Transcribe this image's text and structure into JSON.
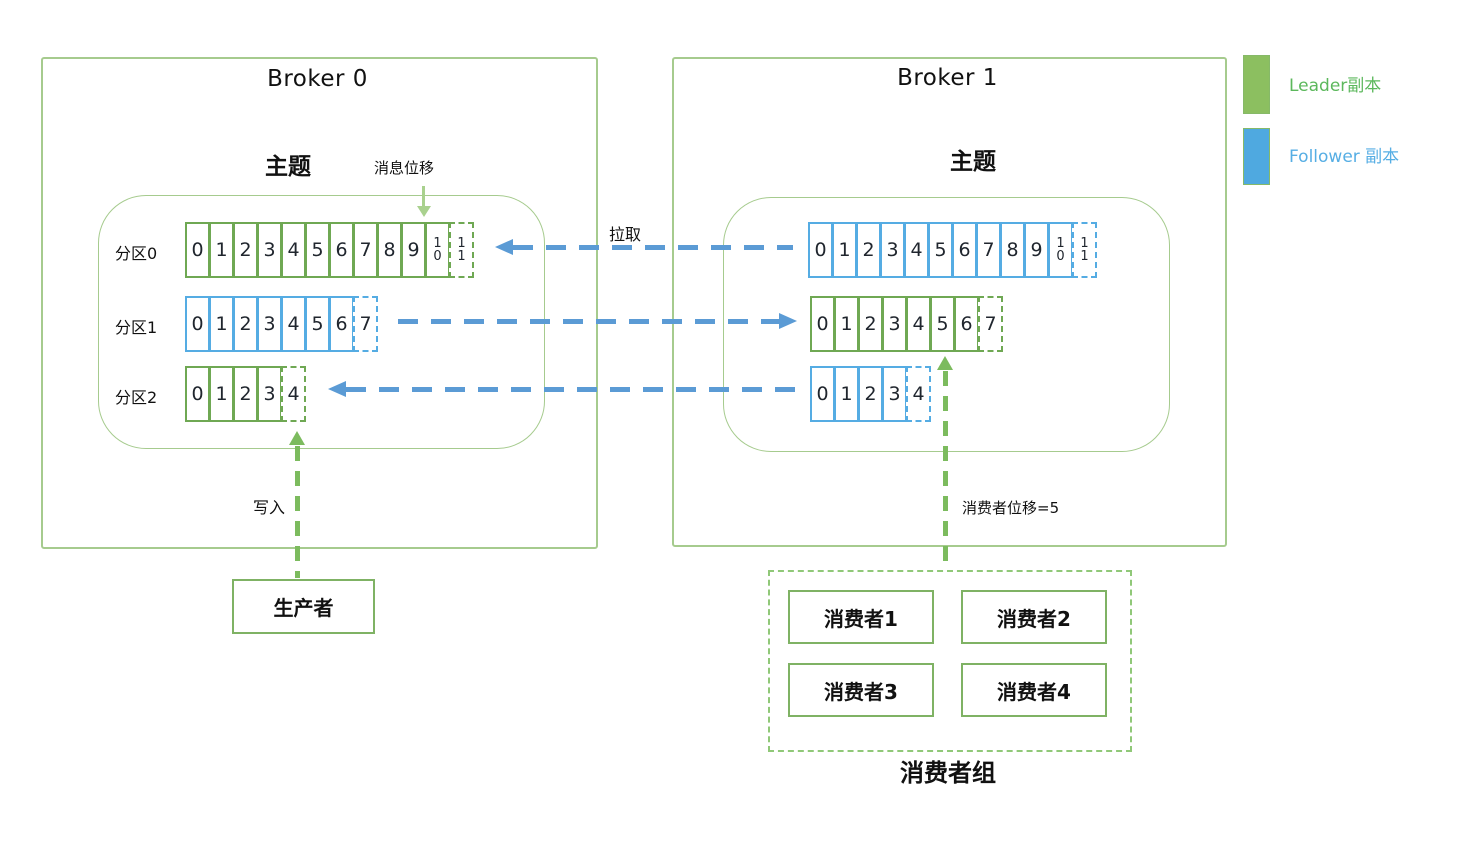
{
  "legend": {
    "items": [
      {
        "label": "Leader副本",
        "color": "#8CBF60",
        "text_color": "#5CB85C"
      },
      {
        "label": "Follower 副本",
        "color": "#4FA9E0",
        "text_color": "#56AEE4"
      }
    ]
  },
  "brokers": [
    {
      "title": "Broker 0",
      "topic_label": "主题",
      "partitions": [
        {
          "label": "分区0",
          "role": "leader",
          "cells": [
            "0",
            "1",
            "2",
            "3",
            "4",
            "5",
            "6",
            "7",
            "8",
            "9",
            "10",
            "11"
          ],
          "dashed_from": 11
        },
        {
          "label": "分区1",
          "role": "follower",
          "cells": [
            "0",
            "1",
            "2",
            "3",
            "4",
            "5",
            "6",
            "7"
          ],
          "dashed_from": 7
        },
        {
          "label": "分区2",
          "role": "leader",
          "cells": [
            "0",
            "1",
            "2",
            "3",
            "4"
          ],
          "dashed_from": 4
        }
      ]
    },
    {
      "title": "Broker 1",
      "topic_label": "主题",
      "partitions": [
        {
          "role": "follower",
          "cells": [
            "0",
            "1",
            "2",
            "3",
            "4",
            "5",
            "6",
            "7",
            "8",
            "9",
            "10",
            "11"
          ],
          "dashed_from": 11
        },
        {
          "role": "leader",
          "cells": [
            "0",
            "1",
            "2",
            "3",
            "4",
            "5",
            "6",
            "7"
          ],
          "dashed_from": 7
        },
        {
          "role": "follower",
          "cells": [
            "0",
            "1",
            "2",
            "3",
            "4"
          ],
          "dashed_from": 4
        }
      ]
    }
  ],
  "annotations": {
    "message_offset": "消息位移",
    "pull": "拉取",
    "write": "写入",
    "consumer_offset": "消费者位移=5"
  },
  "producer": {
    "label": "生产者"
  },
  "consumer_group": {
    "label": "消费者组",
    "consumers": [
      "消费者1",
      "消费者2",
      "消费者3",
      "消费者4"
    ]
  },
  "colors": {
    "leader_cell_border": "#6FA853",
    "follower_cell_border": "#55ACE3",
    "arrow_blue": "#5B9BD5",
    "arrow_green": "#7CBB5E",
    "offset_arrow_green": "#A9D18E",
    "box_border_green": "#A6CB8E"
  }
}
